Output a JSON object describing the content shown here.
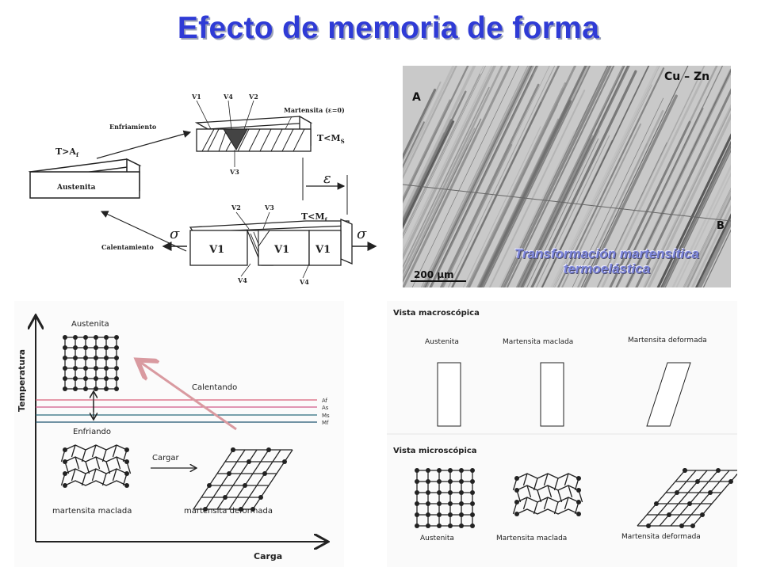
{
  "title": "Efecto de memoria de forma",
  "schematic": {
    "enfriamiento": "Enfriamiento",
    "calentamiento": "Calentamiento",
    "austenita": "Austenita",
    "t_af": "T>A",
    "t_af_sub": "f",
    "martensita": "Martensita",
    "epsilon_zero": "(ε=0)",
    "t_ms": "T<M",
    "t_ms_sub": "S",
    "t_mf": "T<M",
    "t_mf_sub": "f",
    "v1": "V1",
    "v2": "V2",
    "v3": "V3",
    "v4": "V4",
    "epsilon": "ε",
    "sigma": "σ"
  },
  "micrograph": {
    "label_a": "A",
    "label_b": "B",
    "alloy": "Cu – Zn",
    "scale": "200 μm",
    "caption_line1": "Transformación martensítica",
    "caption_line2": "termoelástica"
  },
  "temperature_diagram": {
    "y_axis": "Temperatura",
    "x_axis": "Carga",
    "austenita": "Austenita",
    "calentando": "Calentando",
    "enfriando": "Enfriando",
    "cargar": "Cargar",
    "martensita_maclada": "martensita maclada",
    "martensita_deformada": "martensita deformada",
    "line_af": "Af",
    "line_as": "As",
    "line_ms": "Ms",
    "line_mf": "Mf",
    "colors": {
      "af": "#d9607a",
      "as": "#cf5a8a",
      "ms": "#2a6b7c",
      "mf": "#1f5570",
      "arrow": "#d99aa0"
    }
  },
  "views": {
    "macro_title": "Vista macroscópica",
    "micro_title": "Vista microscópica",
    "macro_austenita": "Austenita",
    "macro_maclada": "Martensita maclada",
    "macro_deformada": "Martensita deformada",
    "micro_austenita": "Austenita",
    "micro_maclada": "Martensita maclada",
    "micro_deformada": "Martensita deformada"
  }
}
